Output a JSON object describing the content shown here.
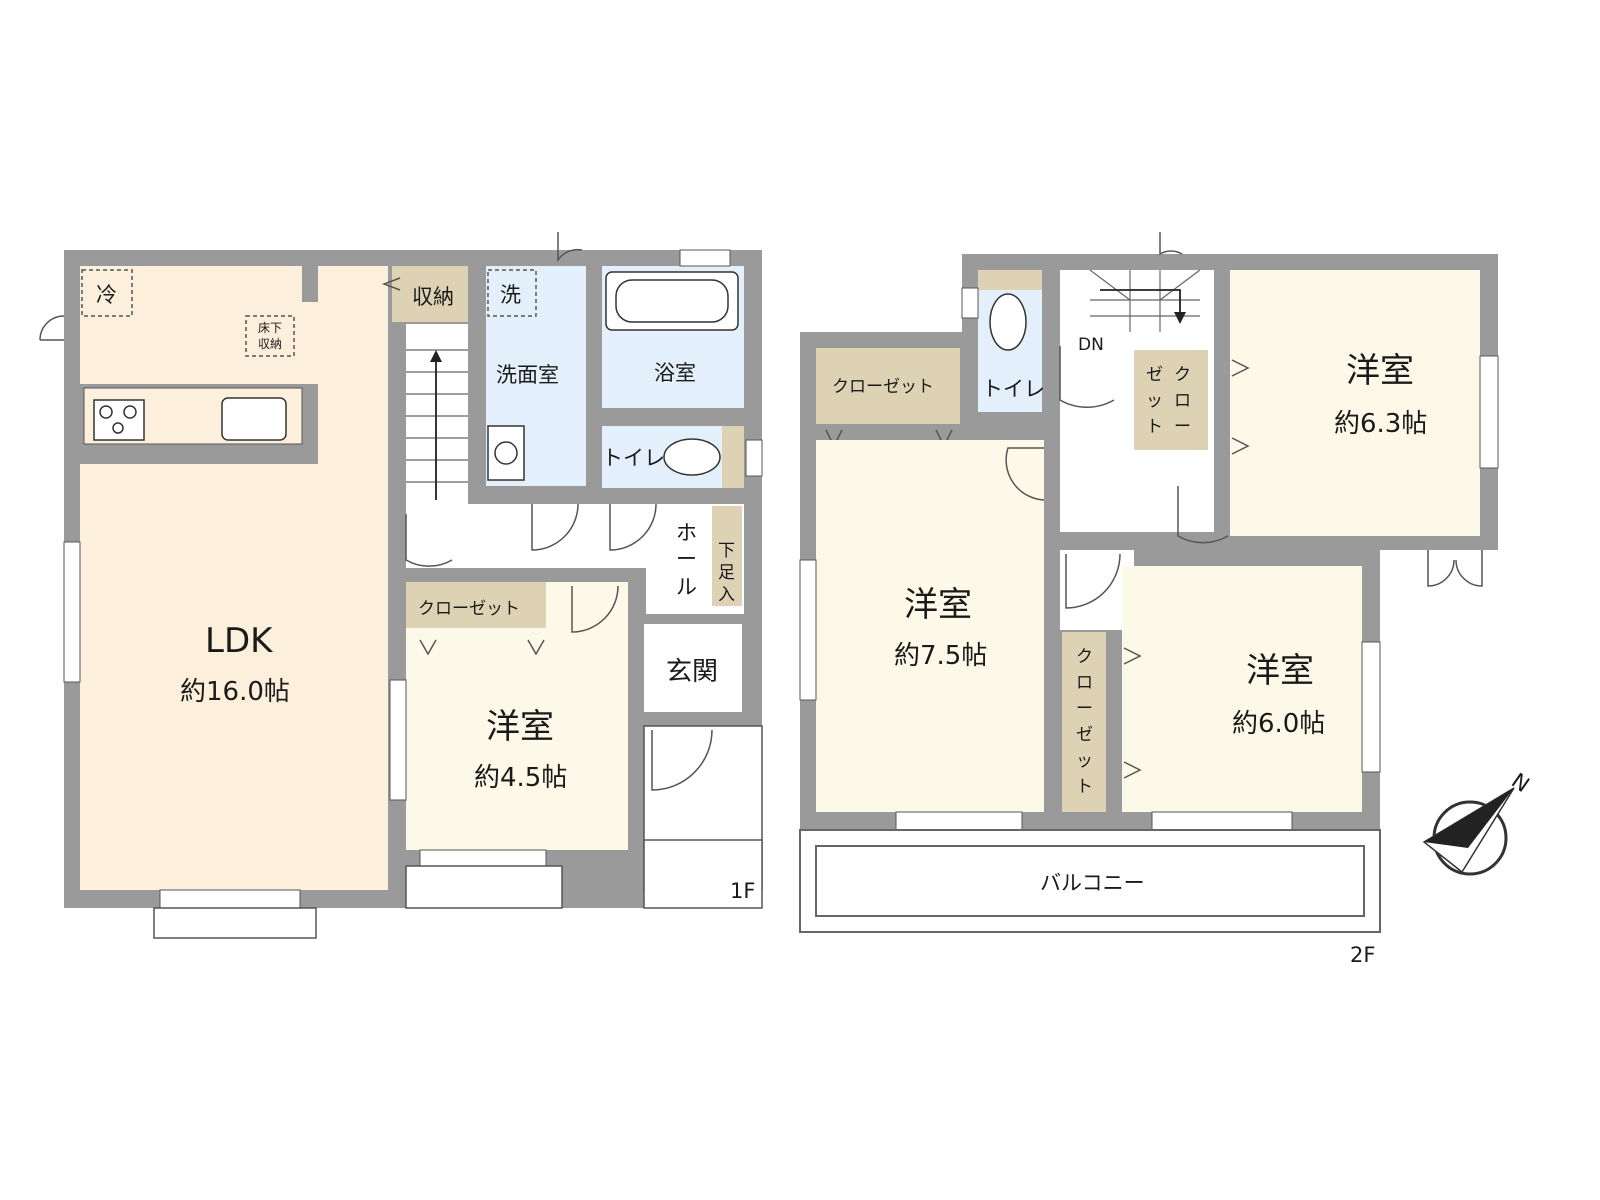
{
  "colors": {
    "wall": "#9a9a9a",
    "ldk": "#fcefdc",
    "room": "#fcf9e8",
    "wet": "#e3f0fb",
    "closet": "#ddd2b4",
    "white": "#ffffff"
  },
  "first_floor": {
    "floor_label": "1F",
    "ldk": {
      "name": "LDK",
      "size": "約16.0帖"
    },
    "refrigerator": "冷",
    "underfloor_storage": [
      "床下",
      "収納"
    ],
    "storage": "収納",
    "stairs_up": "UP",
    "washing_machine": "洗",
    "washroom": "洗面室",
    "bathroom": "浴室",
    "toilet": "トイレ",
    "hall": [
      "ホ",
      "ー",
      "ル"
    ],
    "shoe_storage": [
      "下",
      "足",
      "入"
    ],
    "closet": "クローゼット",
    "western_room": {
      "name": "洋室",
      "size": "約4.5帖"
    },
    "entrance": "玄関"
  },
  "second_floor": {
    "floor_label": "2F",
    "closet_top": "クローゼット",
    "toilet": "トイレ",
    "stairs_down": "DN",
    "closet_small": {
      "col1": [
        "ゼ",
        "ッ",
        "ト"
      ],
      "col2": [
        "ク",
        "ロ",
        "ー"
      ]
    },
    "room_a": {
      "name": "洋室",
      "size": "約7.5帖"
    },
    "room_b": {
      "name": "洋室",
      "size": "約6.3帖"
    },
    "room_c": {
      "name": "洋室",
      "size": "約6.0帖"
    },
    "closet_vertical": [
      "ク",
      "ロ",
      "ー",
      "ゼ",
      "ッ",
      "ト"
    ],
    "balcony": "バルコニー"
  },
  "compass": {
    "label": "N",
    "icon": "north-arrow-icon"
  }
}
